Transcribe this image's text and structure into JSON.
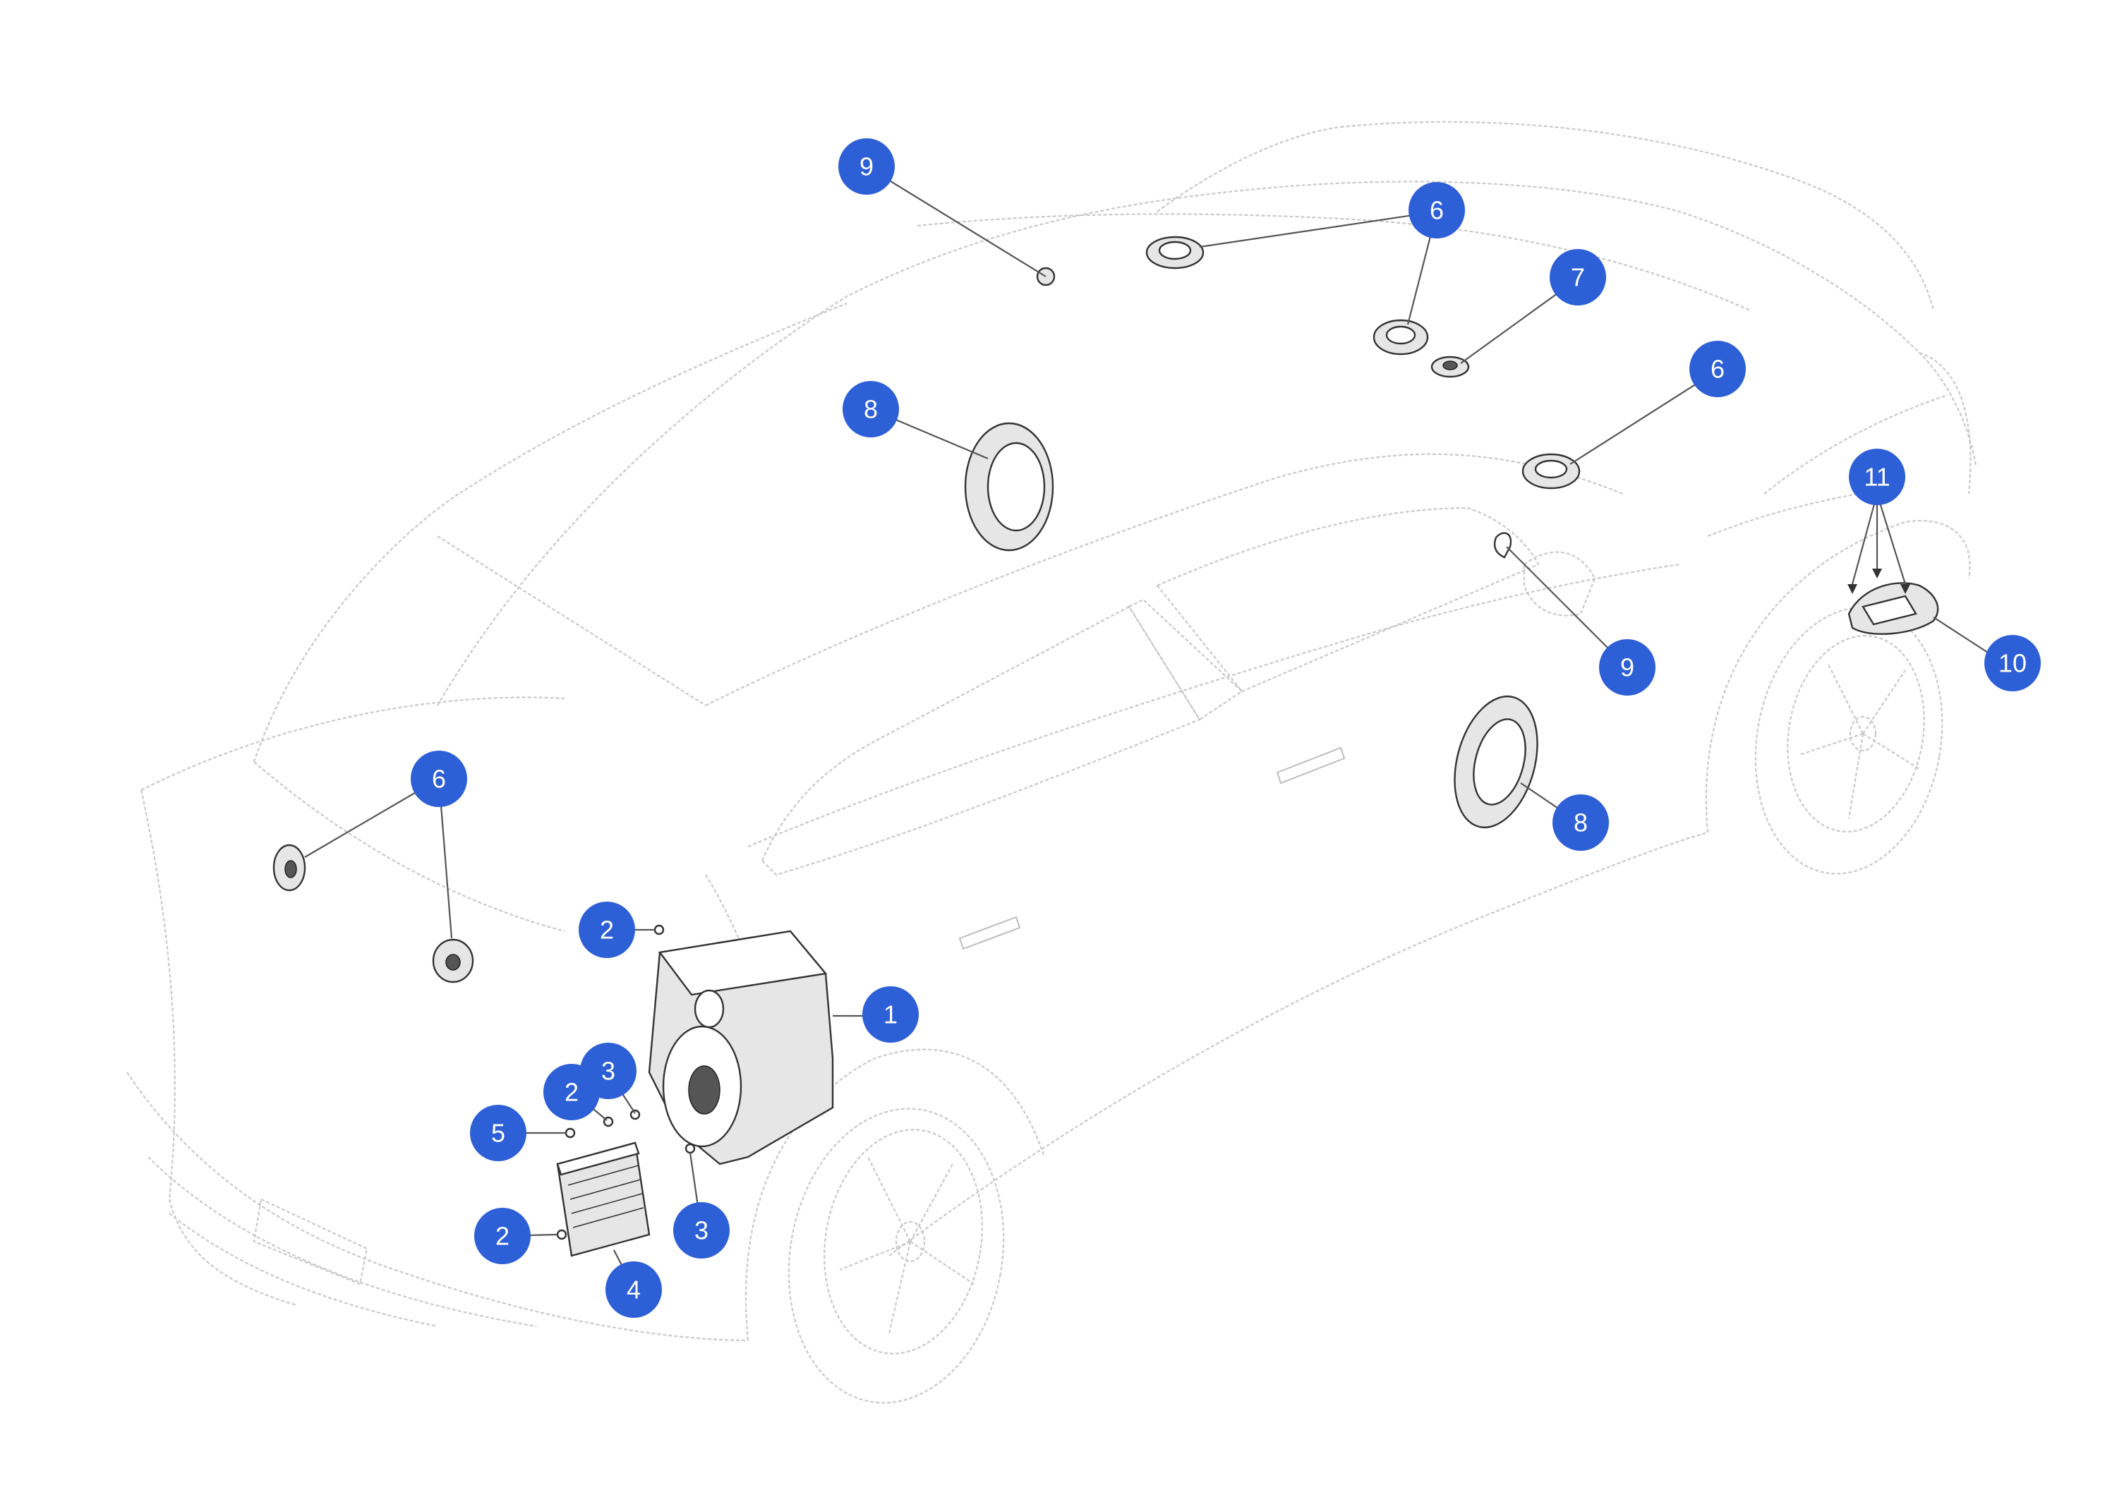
{
  "callouts": [
    {
      "id": "c1",
      "label": "1"
    },
    {
      "id": "c2a",
      "label": "2"
    },
    {
      "id": "c2b",
      "label": "2"
    },
    {
      "id": "c2c",
      "label": "2"
    },
    {
      "id": "c3a",
      "label": "3"
    },
    {
      "id": "c3b",
      "label": "3"
    },
    {
      "id": "c4",
      "label": "4"
    },
    {
      "id": "c5",
      "label": "5"
    },
    {
      "id": "c6a",
      "label": "6"
    },
    {
      "id": "c6b",
      "label": "6"
    },
    {
      "id": "c6c",
      "label": "6"
    },
    {
      "id": "c7",
      "label": "7"
    },
    {
      "id": "c8a",
      "label": "8"
    },
    {
      "id": "c8b",
      "label": "8"
    },
    {
      "id": "c9a",
      "label": "9"
    },
    {
      "id": "c9b",
      "label": "9"
    },
    {
      "id": "c10",
      "label": "10"
    },
    {
      "id": "c11",
      "label": "11"
    }
  ],
  "colors": {
    "callout_fill": "#2d5fd6",
    "line_art": "#c9c9c9",
    "part_stroke": "#333333",
    "leader": "#555555"
  }
}
